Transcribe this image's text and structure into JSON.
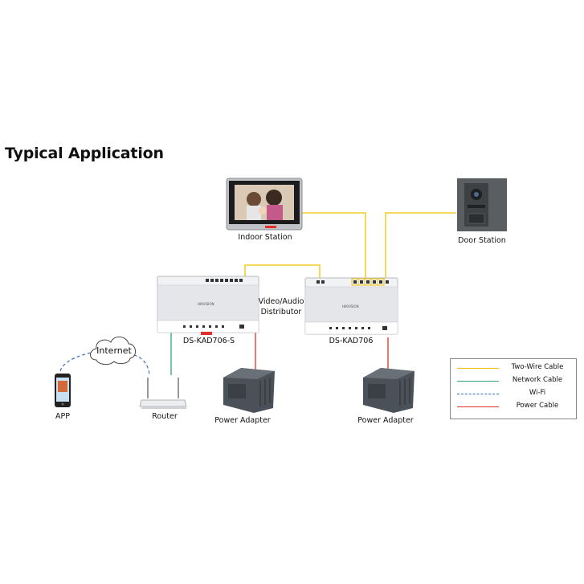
{
  "heading": "Typical Application",
  "labels": {
    "indoor_station": "Indoor Station",
    "door_station": "Door Station",
    "distributor_line1": "Video/Audio",
    "distributor_line2": "Distributor",
    "ds_kad706_s": "DS-KAD706-S",
    "ds_kad706": "DS-KAD706",
    "internet": "Internet",
    "app": "APP",
    "router": "Router",
    "power_adapter_1": "Power Adapter",
    "power_adapter_2": "Power Adapter",
    "brand_mark": "HIKVISION"
  },
  "legend": {
    "items": [
      {
        "label": "Two-Wire Cable",
        "color": "#f2c200",
        "style": "solid"
      },
      {
        "label": "Network Cable",
        "color": "#2fa37a",
        "style": "solid"
      },
      {
        "label": "Wi-Fi",
        "color": "#3a6fb5",
        "style": "dashed"
      },
      {
        "label": "Power Cable",
        "color": "#e0302a",
        "style": "solid"
      }
    ]
  },
  "colors": {
    "two_wire": "#f2c200",
    "network": "#2fa37a",
    "wifi": "#3a6fb5",
    "power": "#e0302a"
  }
}
